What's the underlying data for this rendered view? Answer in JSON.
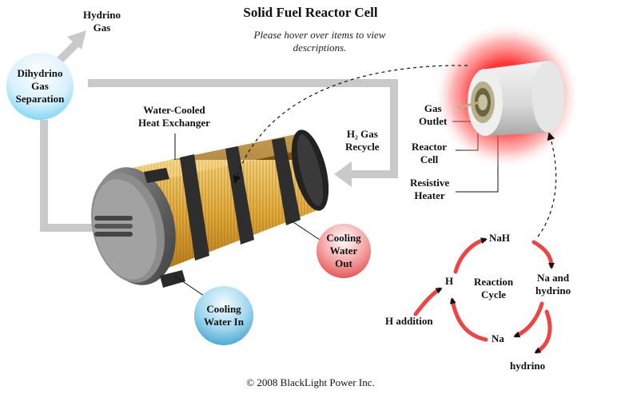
{
  "title": "Solid Fuel Reactor Cell",
  "subtitle_lines": [
    "Please hover over items to view",
    "descriptions."
  ],
  "labels": {
    "hydrino_gas": [
      "Hydrino",
      "Gas"
    ],
    "dihydrino_separation": [
      "Dihydrino",
      "Gas",
      "Separation"
    ],
    "heat_exchanger": [
      "Water-Cooled",
      "Heat Exchanger"
    ],
    "h2_recycle": [
      "H₂ Gas",
      "Recycle"
    ],
    "gas_outlet": [
      "Gas",
      "Outlet"
    ],
    "reactor_cell": [
      "Reactor",
      "Cell"
    ],
    "resistive_heater": [
      "Resistive",
      "Heater"
    ],
    "cooling_water_out": [
      "Cooling",
      "Water",
      "Out"
    ],
    "cooling_water_in": [
      "Cooling",
      "Water In"
    ]
  },
  "reaction_cycle": {
    "center": [
      "Reaction",
      "Cycle"
    ],
    "nah": "NaH",
    "na_hydrino": [
      "Na and",
      "hydrino"
    ],
    "na": "Na",
    "h": "H",
    "h_addition": "H addition",
    "hydrino": "hydrino"
  },
  "footer": "© 2008 BlackLight Power Inc.",
  "colors": {
    "cycle_arrow": "#ee4444",
    "pipe": "#c8c8c8",
    "coil": "#d9a030",
    "hot_glow": "#ff3030",
    "cool_bubble": "#1e8fc0"
  }
}
